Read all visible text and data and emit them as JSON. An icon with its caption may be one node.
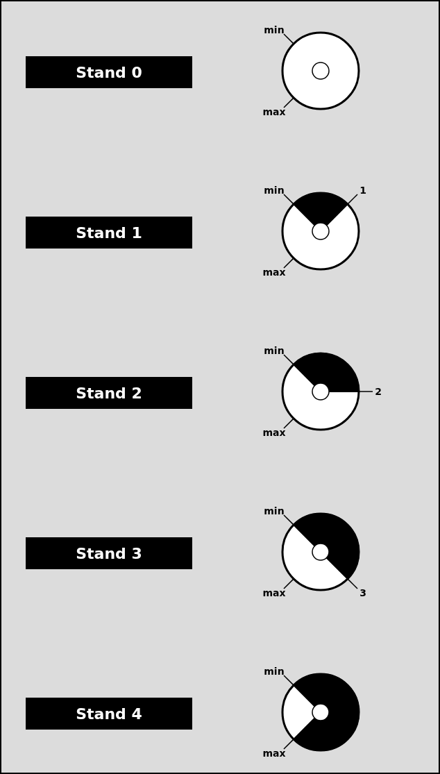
{
  "diagram": {
    "nodes": [
      {
        "text": [
          "Stand 0"
        ]
      },
      {
        "text": [
          "Stand 1"
        ]
      },
      {
        "text": [
          "Stand 2"
        ]
      },
      {
        "text": [
          "Stand 3"
        ]
      },
      {
        "text": [
          "Stand 4"
        ]
      }
    ],
    "labels": [
      "min",
      "max",
      "min",
      "1",
      "max",
      "min",
      "2",
      "max",
      "min",
      "max",
      "3",
      "min",
      "max"
    ]
  }
}
